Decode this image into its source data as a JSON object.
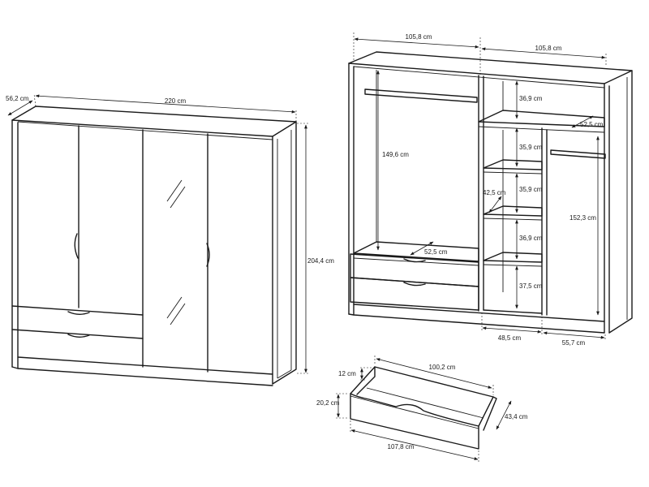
{
  "wardrobe_front": {
    "width_label": "220 cm",
    "depth_label": "56,2 cm",
    "height_label": "204,4 cm"
  },
  "wardrobe_open": {
    "left_width_label": "105,8 cm",
    "right_width_label": "105,8 cm",
    "left_hanging_label": "149,6 cm",
    "left_shelf_depth_label": "52,5 cm",
    "top_compartment_label": "36,9 cm",
    "top_shelf_depth_label": "52,5 cm",
    "shelf_gap_1_label": "35,9 cm",
    "shelf_gap_2_label": "35,9 cm",
    "shelf_depth_label": "42,5 cm",
    "shelf_gap_3_label": "36,9 cm",
    "shelf_gap_4_label": "37,5 cm",
    "right_hanging_label": "152,3 cm",
    "shelf_column_width_label": "48,5 cm",
    "right_column_width_label": "55,7 cm"
  },
  "drawer": {
    "inner_length_label": "100,2 cm",
    "inner_height_label": "12 cm",
    "front_height_label": "20,2 cm",
    "depth_label": "43,4 cm",
    "front_length_label": "107,8 cm"
  }
}
